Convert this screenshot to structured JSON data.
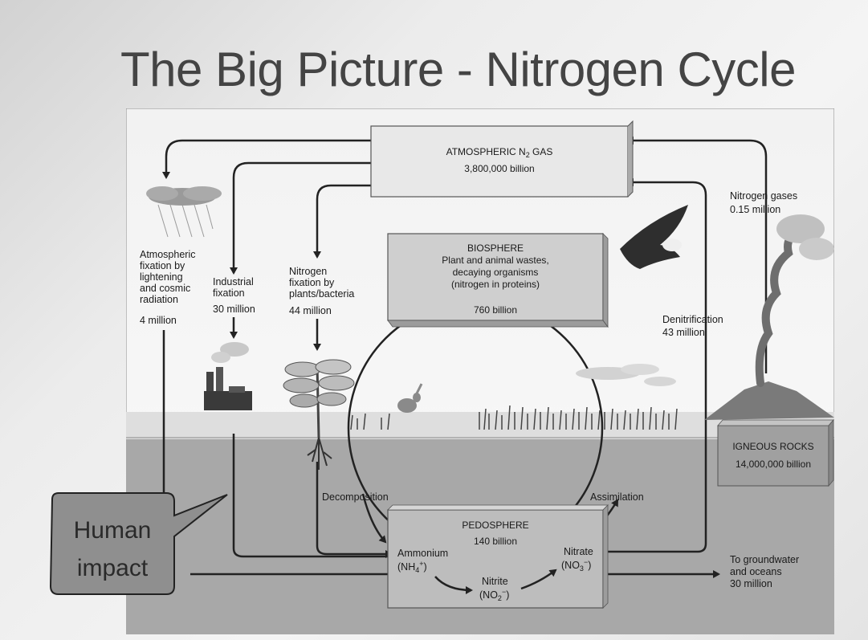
{
  "slide": {
    "title": "The Big Picture - Nitrogen Cycle"
  },
  "boxes": {
    "atmospheric": {
      "title_main": "ATMOSPHERIC N",
      "title_sub": "2",
      "title_end": " GAS",
      "amount": "3,800,000 billion"
    },
    "biosphere": {
      "title": "BIOSPHERE",
      "line1": "Plant and animal wastes,",
      "line2": "decaying organisms",
      "line3": "(nitrogen in proteins)",
      "amount": "760 billion"
    },
    "pedosphere": {
      "title": "PEDOSPHERE",
      "amount": "140 billion"
    },
    "igneous": {
      "title": "IGNEOUS ROCKS",
      "amount": "14,000,000 billion"
    }
  },
  "labels": {
    "atm_fixation": [
      "Atmospheric",
      "fixation by",
      "lightening",
      "and cosmic",
      "radiation",
      "4 million"
    ],
    "industrial": [
      "Industrial",
      "fixation",
      "30 million"
    ],
    "bio_fixation": [
      "Nitrogen",
      "fixation by",
      "plants/bacteria",
      "44 million"
    ],
    "nitrogen_gases": [
      "Nitrogen gases",
      "0.15 million"
    ],
    "denitrification": [
      "Denitrification",
      "43 million"
    ],
    "decomposition": "Decomposition",
    "assimilation": "Assimilation",
    "ammonium": "Ammonium",
    "ammonium_formula": {
      "base": "(NH",
      "sub": "4",
      "sup": "+",
      "end": ")"
    },
    "nitrite": "Nitrite",
    "nitrite_formula": {
      "base": "(NO",
      "sub": "2",
      "sup": "−",
      "end": ")"
    },
    "nitrate": "Nitrate",
    "nitrate_formula": {
      "base": "(NO",
      "sub": "3",
      "sup": "−",
      "end": ")"
    },
    "groundwater": [
      "To groundwater",
      "and oceans",
      "30 million"
    ]
  },
  "callout": {
    "line1": "Human",
    "line2": "impact"
  }
}
